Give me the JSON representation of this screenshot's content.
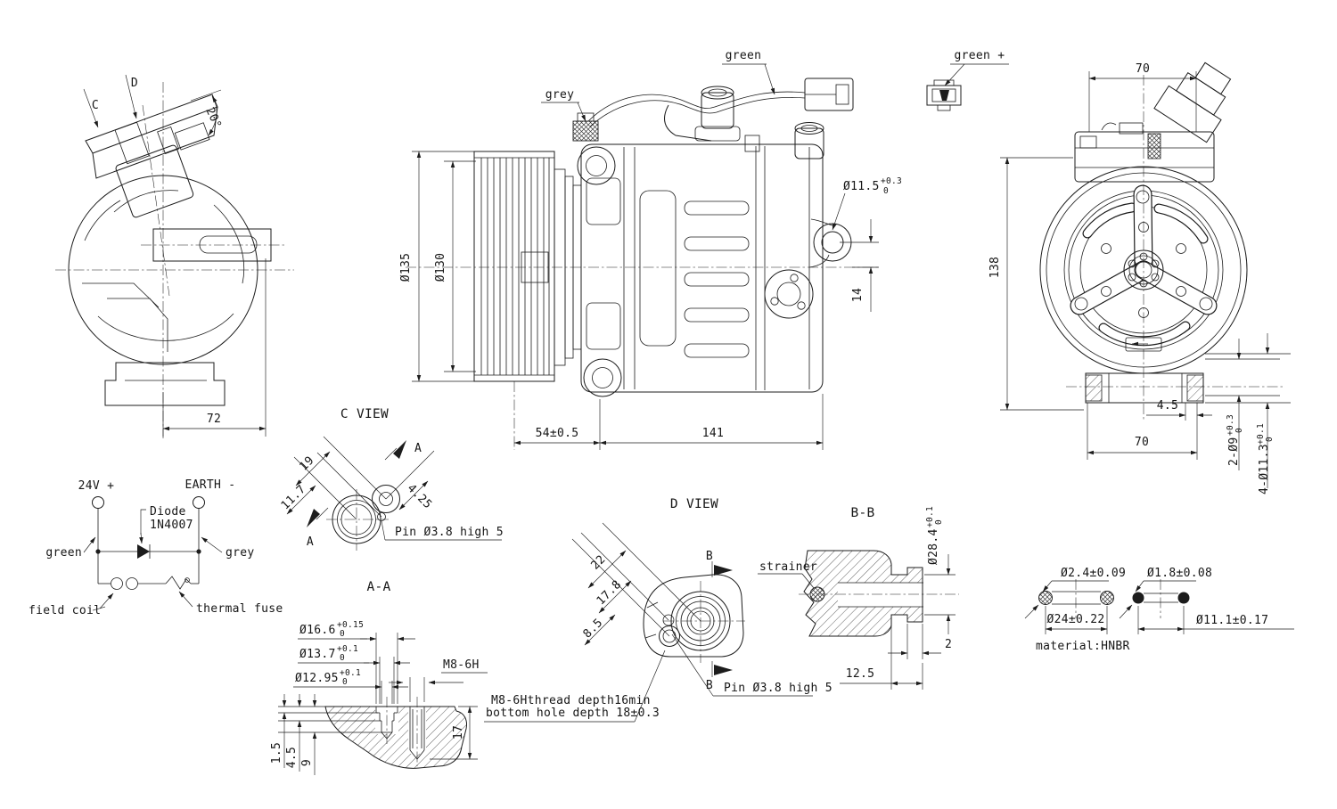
{
  "drawing": {
    "left_view": {
      "label_c": "C",
      "label_d": "D",
      "angle": "20°",
      "dim_width": "72"
    },
    "schematic": {
      "supply": "24V +",
      "earth": "EARTH -",
      "diode_1": "Diode",
      "diode_2": "1N4007",
      "wire_green": "green",
      "wire_grey": "grey",
      "field_coil": "field coil",
      "thermal_fuse": "thermal fuse"
    },
    "main_view": {
      "wire_grey": "grey",
      "wire_green": "green",
      "dia_pulley_outer": "Ø135",
      "dia_pulley_inner": "Ø130",
      "ear_hole": {
        "base": "Ø11.5",
        "tol_plus": "+0.3",
        "tol_minus": "0"
      },
      "dim_ear_offset": "14",
      "dim_pulley_pos": "54±0.5",
      "dim_body_len": "141"
    },
    "right_view": {
      "label_green_plus": "green +",
      "dim_top": "70",
      "dim_height": "138",
      "dim_lug": "4.5",
      "dim_bottom": "70",
      "holes_9": {
        "base": "2-Ø9",
        "tol_plus": "+0.3",
        "tol_minus": "0"
      },
      "holes_113": {
        "base": "4-Ø11.3",
        "tol_plus": "+0.1",
        "tol_minus": "0"
      }
    },
    "c_view": {
      "title": "C VIEW",
      "dim_19": "19",
      "dim_11_7": "11.7",
      "dim_4_25": "4.25",
      "section_letter": "A",
      "pin_note": "Pin Ø3.8 high 5"
    },
    "section_aa": {
      "title": "A-A",
      "bore_1": {
        "base": "Ø16.6",
        "tol_plus": "+0.15",
        "tol_minus": "0"
      },
      "bore_2": {
        "base": "Ø13.7",
        "tol_plus": "+0.1",
        "tol_minus": "0"
      },
      "bore_3": {
        "base": "Ø12.95",
        "tol_plus": "+0.1",
        "tol_minus": "0"
      },
      "thread": "M8-6H",
      "dim_17": "17",
      "dim_1_5": "1.5",
      "dim_4_5": "4.5",
      "dim_9": "9"
    },
    "d_view": {
      "title": "D VIEW",
      "dim_22": "22",
      "dim_17_8": "17.8",
      "dim_8_5": "8.5",
      "section_letter": "B",
      "pin_note": "Pin Ø3.8 high 5",
      "thread_note_1": "M8-6Hthread depth16min",
      "thread_note_2": "bottom hole depth 18±0.3"
    },
    "section_bb": {
      "title": "B-B",
      "strainer": "strainer",
      "bore": {
        "base": "Ø28.4",
        "tol_plus": "+0.1",
        "tol_minus": "0"
      },
      "dim_2": "2",
      "dim_12_5": "12.5"
    },
    "oring_large": {
      "cs": "Ø2.4±0.09",
      "id": "Ø24±0.22",
      "material": "material:HNBR"
    },
    "oring_small": {
      "cs": "Ø1.8±0.08",
      "id": "Ø11.1±0.17"
    }
  }
}
